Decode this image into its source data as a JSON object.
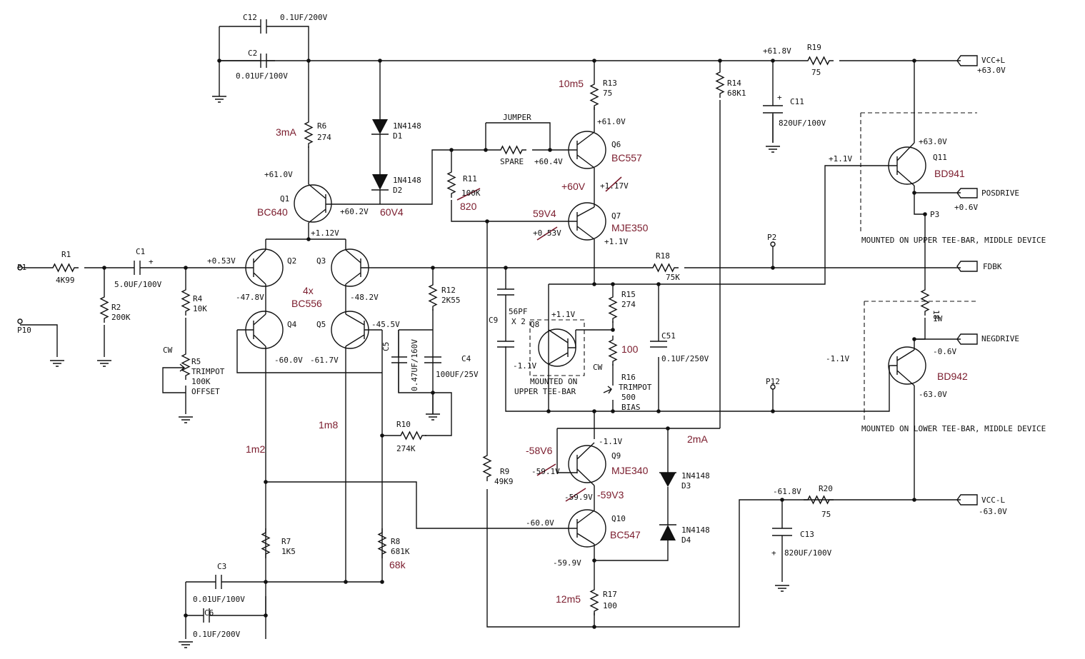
{
  "labels": {
    "C12": "C12",
    "C12_val": "0.1UF/200V",
    "C2": "C2",
    "C2_val": "0.01UF/100V",
    "R6": "R6",
    "R6_val": "274",
    "D1": "D1",
    "D1_type": "1N4148",
    "D2": "D2",
    "D2_type": "1N4148",
    "Q1": "Q1",
    "Q1_volt_emit": "+61.0V",
    "Q1_volt_base": "+60.2V",
    "Q1_volt_coll": "+1.12V",
    "Q2": "Q2",
    "Q2_volt_base": "+0.53V",
    "Q2_volt_coll": "-47.8V",
    "Q3": "Q3",
    "Q3_volt_coll": "-48.2V",
    "Q4": "Q4",
    "Q4_volt_coll": "-60.0V",
    "Q5": "Q5",
    "Q5_volt_base": "-45.5V",
    "Q5_volt_coll": "-61.7V",
    "P1": "P1",
    "P10": "P10",
    "R1": "R1",
    "R1_val": "4K99",
    "C1": "C1",
    "C1_val": "5.0UF/100V",
    "R2": "R2",
    "R2_val": "200K",
    "R4": "R4",
    "R4_val": "10K",
    "R5": "R5",
    "R5_cw": "CW",
    "R5_desc1": "TRIMPOT",
    "R5_desc2": "100K",
    "R5_desc3": "OFFSET",
    "R12": "R12",
    "R12_val": "2K55",
    "C5": "C5",
    "C5_val": "0.47UF/160V",
    "C4": "C4",
    "C4_val": "100UF/25V",
    "R10": "R10",
    "R10_val": "274K",
    "R7": "R7",
    "R7_val": "1K5",
    "R8": "R8",
    "R8_val": "681K",
    "C3": "C3",
    "C3_val": "0.01UF/100V",
    "C6": "C6",
    "C6_val": "0.1UF/200V",
    "R13": "R13",
    "R13_val": "75",
    "R14": "R14",
    "R14_val": "68K1",
    "jumper": "JUMPER",
    "spare": "SPARE",
    "R11": "R11",
    "R11_val": "100K",
    "Q6": "Q6",
    "Q6_volt_emit": "+61.0V",
    "Q6_volt_base": "+60.4V",
    "Q6_volt_coll": "+1.17V",
    "Q7": "Q7",
    "Q7_volt_base": "+0.53V",
    "Q7_volt_coll": "+1.1V",
    "C9": "C9",
    "C9_val1": "56PF",
    "C9_val2": "X 2",
    "Q8": "Q8",
    "Q8_volt_top": "+1.1V",
    "Q8_volt_left": "-1.1V",
    "Q8_note1": "MOUNTED ON",
    "Q8_note2": "UPPER TEE-BAR",
    "R15": "R15",
    "R15_val": "274",
    "R16": "R16",
    "R16_cw": "CW",
    "R16_desc1": "TRIMPOT",
    "R16_desc2": "500",
    "R16_desc3": "BIAS",
    "C51": "C51",
    "C51_val": "0.1UF/250V",
    "R18": "R18",
    "R18_val": "75K",
    "P2": "P2",
    "P12": "P12",
    "P3": "P3",
    "FDBK": "FDBK",
    "R9": "R9",
    "R9_val": "49K9",
    "Q9": "Q9",
    "Q9_volt_coll": "-1.1V",
    "Q9_volt_base": "-59.1V",
    "Q9_volt_emit": "-59.9V",
    "D3": "D3",
    "D3_type": "1N4148",
    "D4": "D4",
    "D4_type": "1N4148",
    "Q10": "Q10",
    "Q10_volt_base": "-60.0V",
    "Q10_volt_emit": "-59.9V",
    "R17": "R17",
    "R17_val": "100",
    "R19": "R19",
    "R19_val": "75",
    "rail_pos": "+61.8V",
    "C11": "C11",
    "C11_val": "820UF/100V",
    "VCCL_pos": "VCC+L",
    "VCCL_pos_volt": "+63.0V",
    "Q11": "Q11",
    "Q11_volt_coll": "+63.0V",
    "Q11_volt_base": "+1.1V",
    "POSDRIVE": "POSDRIVE",
    "POSDRIVE_volt": "+0.6V",
    "upper_note": "MOUNTED ON UPPER TEE-BAR, MIDDLE DEVICE",
    "R_18": "18",
    "R_18_val": "1W",
    "NEGDRIVE": "NEGDRIVE",
    "NEGDRIVE_volt": "-0.6V",
    "Q12_volt_base": "-1.1V",
    "Q12_volt_coll": "-63.0V",
    "lower_note": "MOUNTED ON LOWER TEE-BAR, MIDDLE DEVICE",
    "R20": "R20",
    "R20_val": "75",
    "rail_neg": "-61.8V",
    "C13": "C13",
    "C13_val": "820UF/100V",
    "VCCL_neg": "VCC-L",
    "VCCL_neg_volt": "-63.0V",
    "plus": "+"
  },
  "annotations": {
    "a_3mA": "3mA",
    "a_BC640": "BC640",
    "a_60V4": "60V4",
    "a_4x": "4x",
    "a_BC556": "BC556",
    "a_1m2": "1m2",
    "a_1m8": "1m8",
    "a_68k": "68k",
    "a_10m5": "10m5",
    "a_BC557": "BC557",
    "a_60V": "+60V",
    "a_820": "820",
    "a_59V4": "59V4",
    "a_MJE350": "MJE350",
    "a_100": "100",
    "a_2mA": "2mA",
    "a_58V6": "-58V6",
    "a_MJE340": "MJE340",
    "a_59V3": "-59V3",
    "a_BC547": "BC547",
    "a_12m5": "12m5",
    "a_BD941": "BD941",
    "a_BD942": "BD942"
  }
}
